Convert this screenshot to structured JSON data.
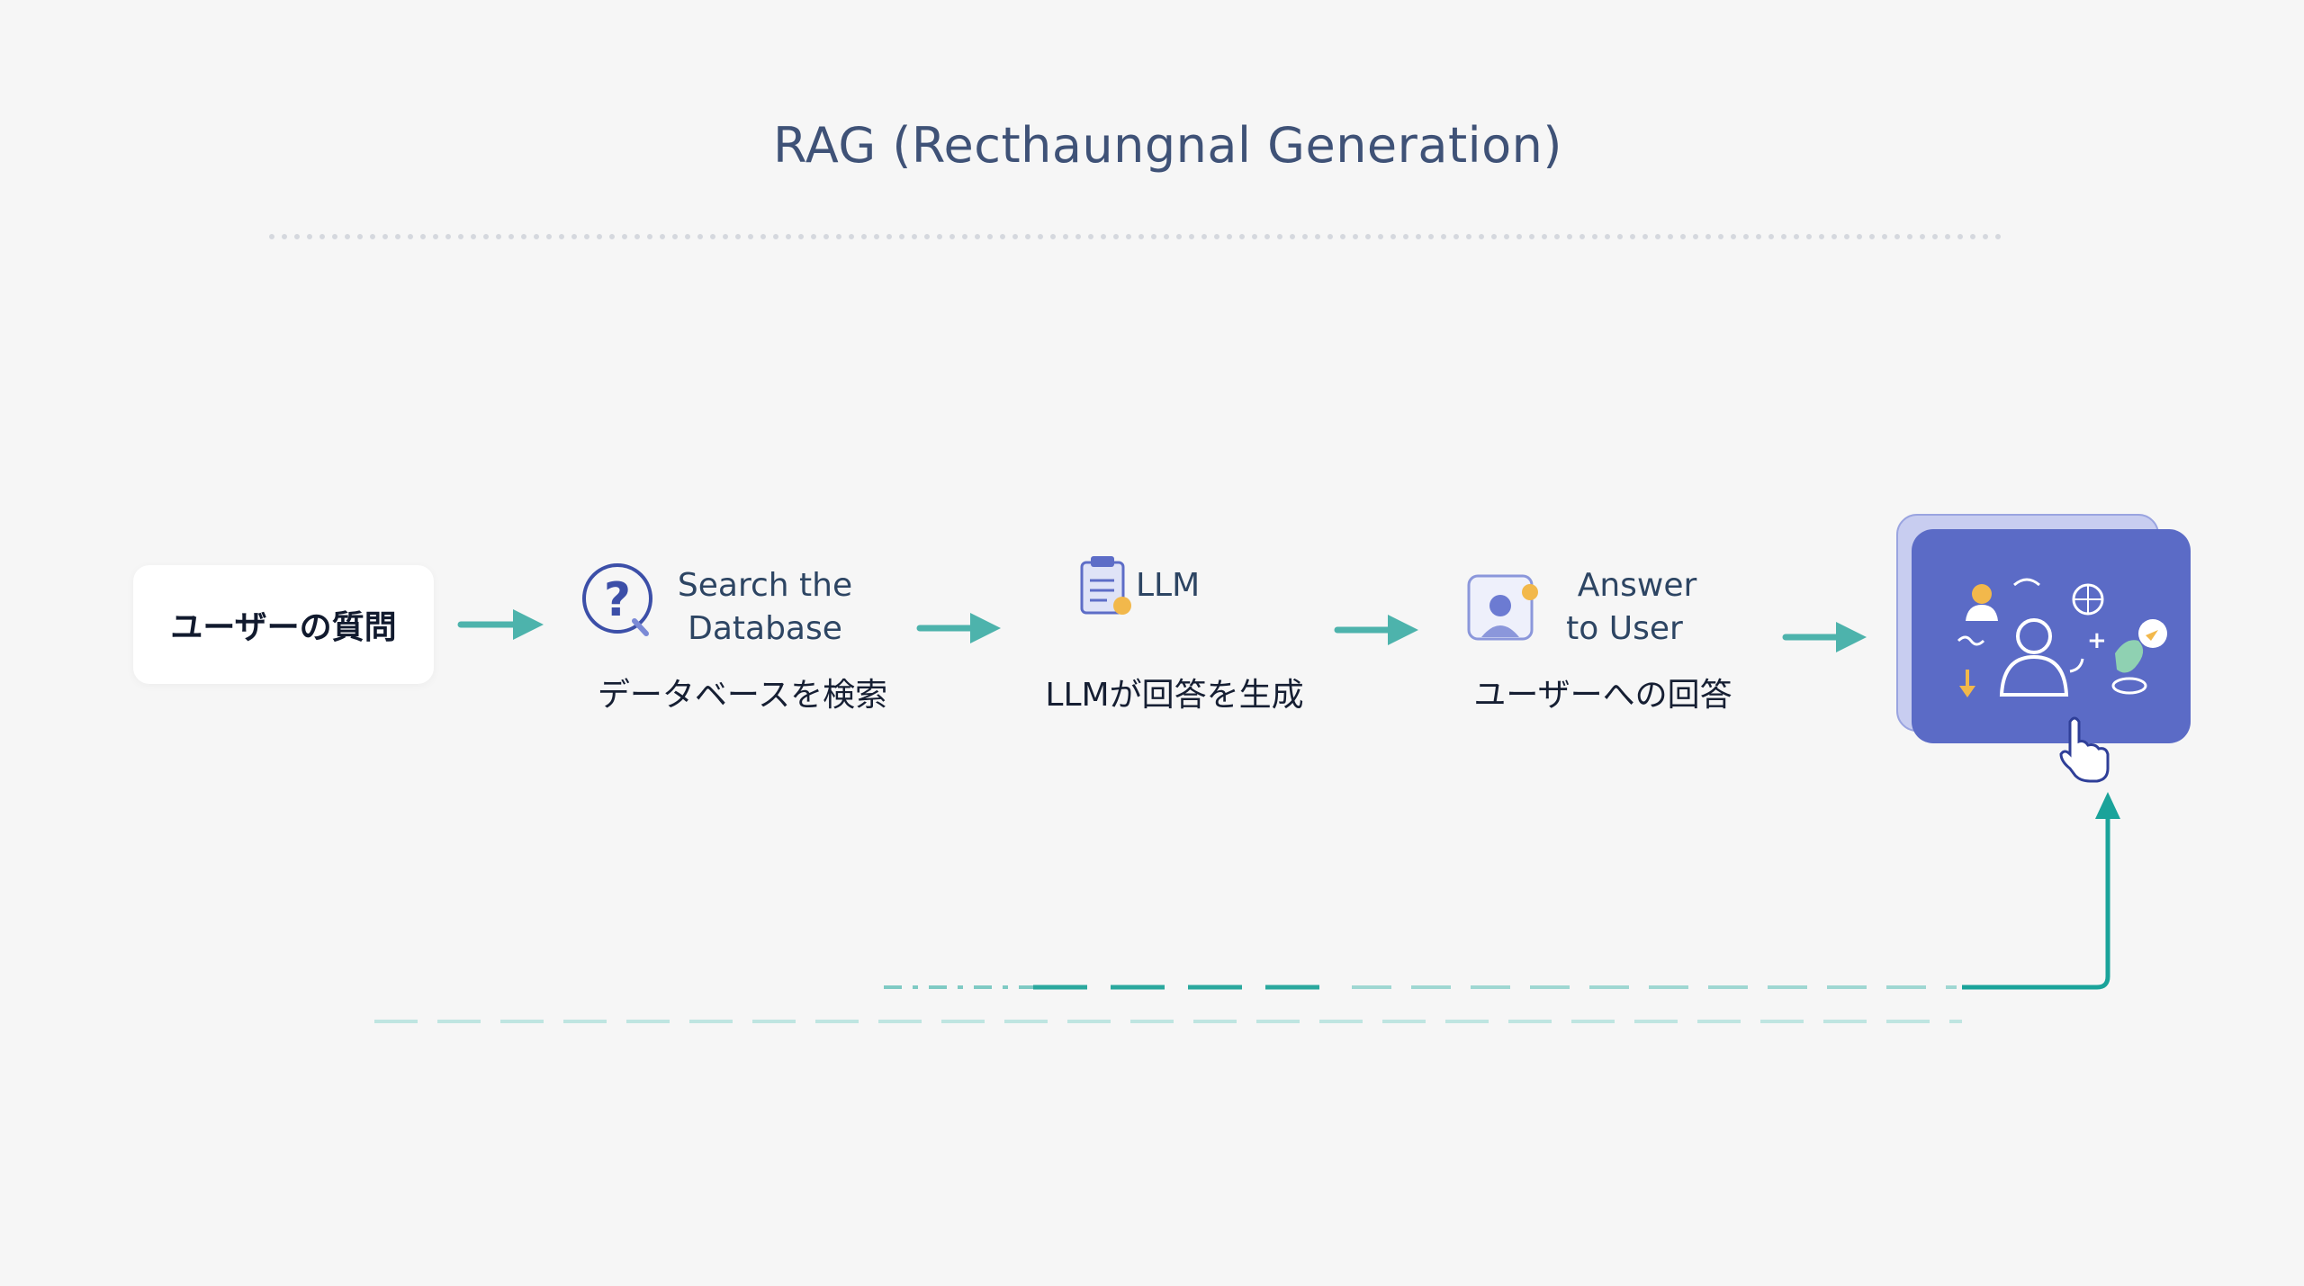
{
  "title": "RAG (Recthaungnal Generation)",
  "start": {
    "label": "ユーザーの質問"
  },
  "steps": [
    {
      "icon": "question-search-icon",
      "en": "Search the Database",
      "en_line1": "Search the",
      "en_line2": "Database",
      "jp": "データベースを検索"
    },
    {
      "icon": "clipboard-document-icon",
      "en": "LLM",
      "jp": "LLMが回答を生成"
    },
    {
      "icon": "user-profile-icon",
      "en": "Answer to User",
      "en_line1": "Answer",
      "en_line2": "to User",
      "jp": "ユーザーへの回答"
    }
  ],
  "final_panel": {
    "icon": "user-network-icon",
    "cursor": "hand-pointer-icon"
  },
  "colors": {
    "title": "#3f5277",
    "arrow": "#4db3ac",
    "panel": "#5b6bc6",
    "panel_back": "#c8cdf0",
    "feedback_line": "#1aa39a",
    "dotted": "#d5d8de"
  }
}
